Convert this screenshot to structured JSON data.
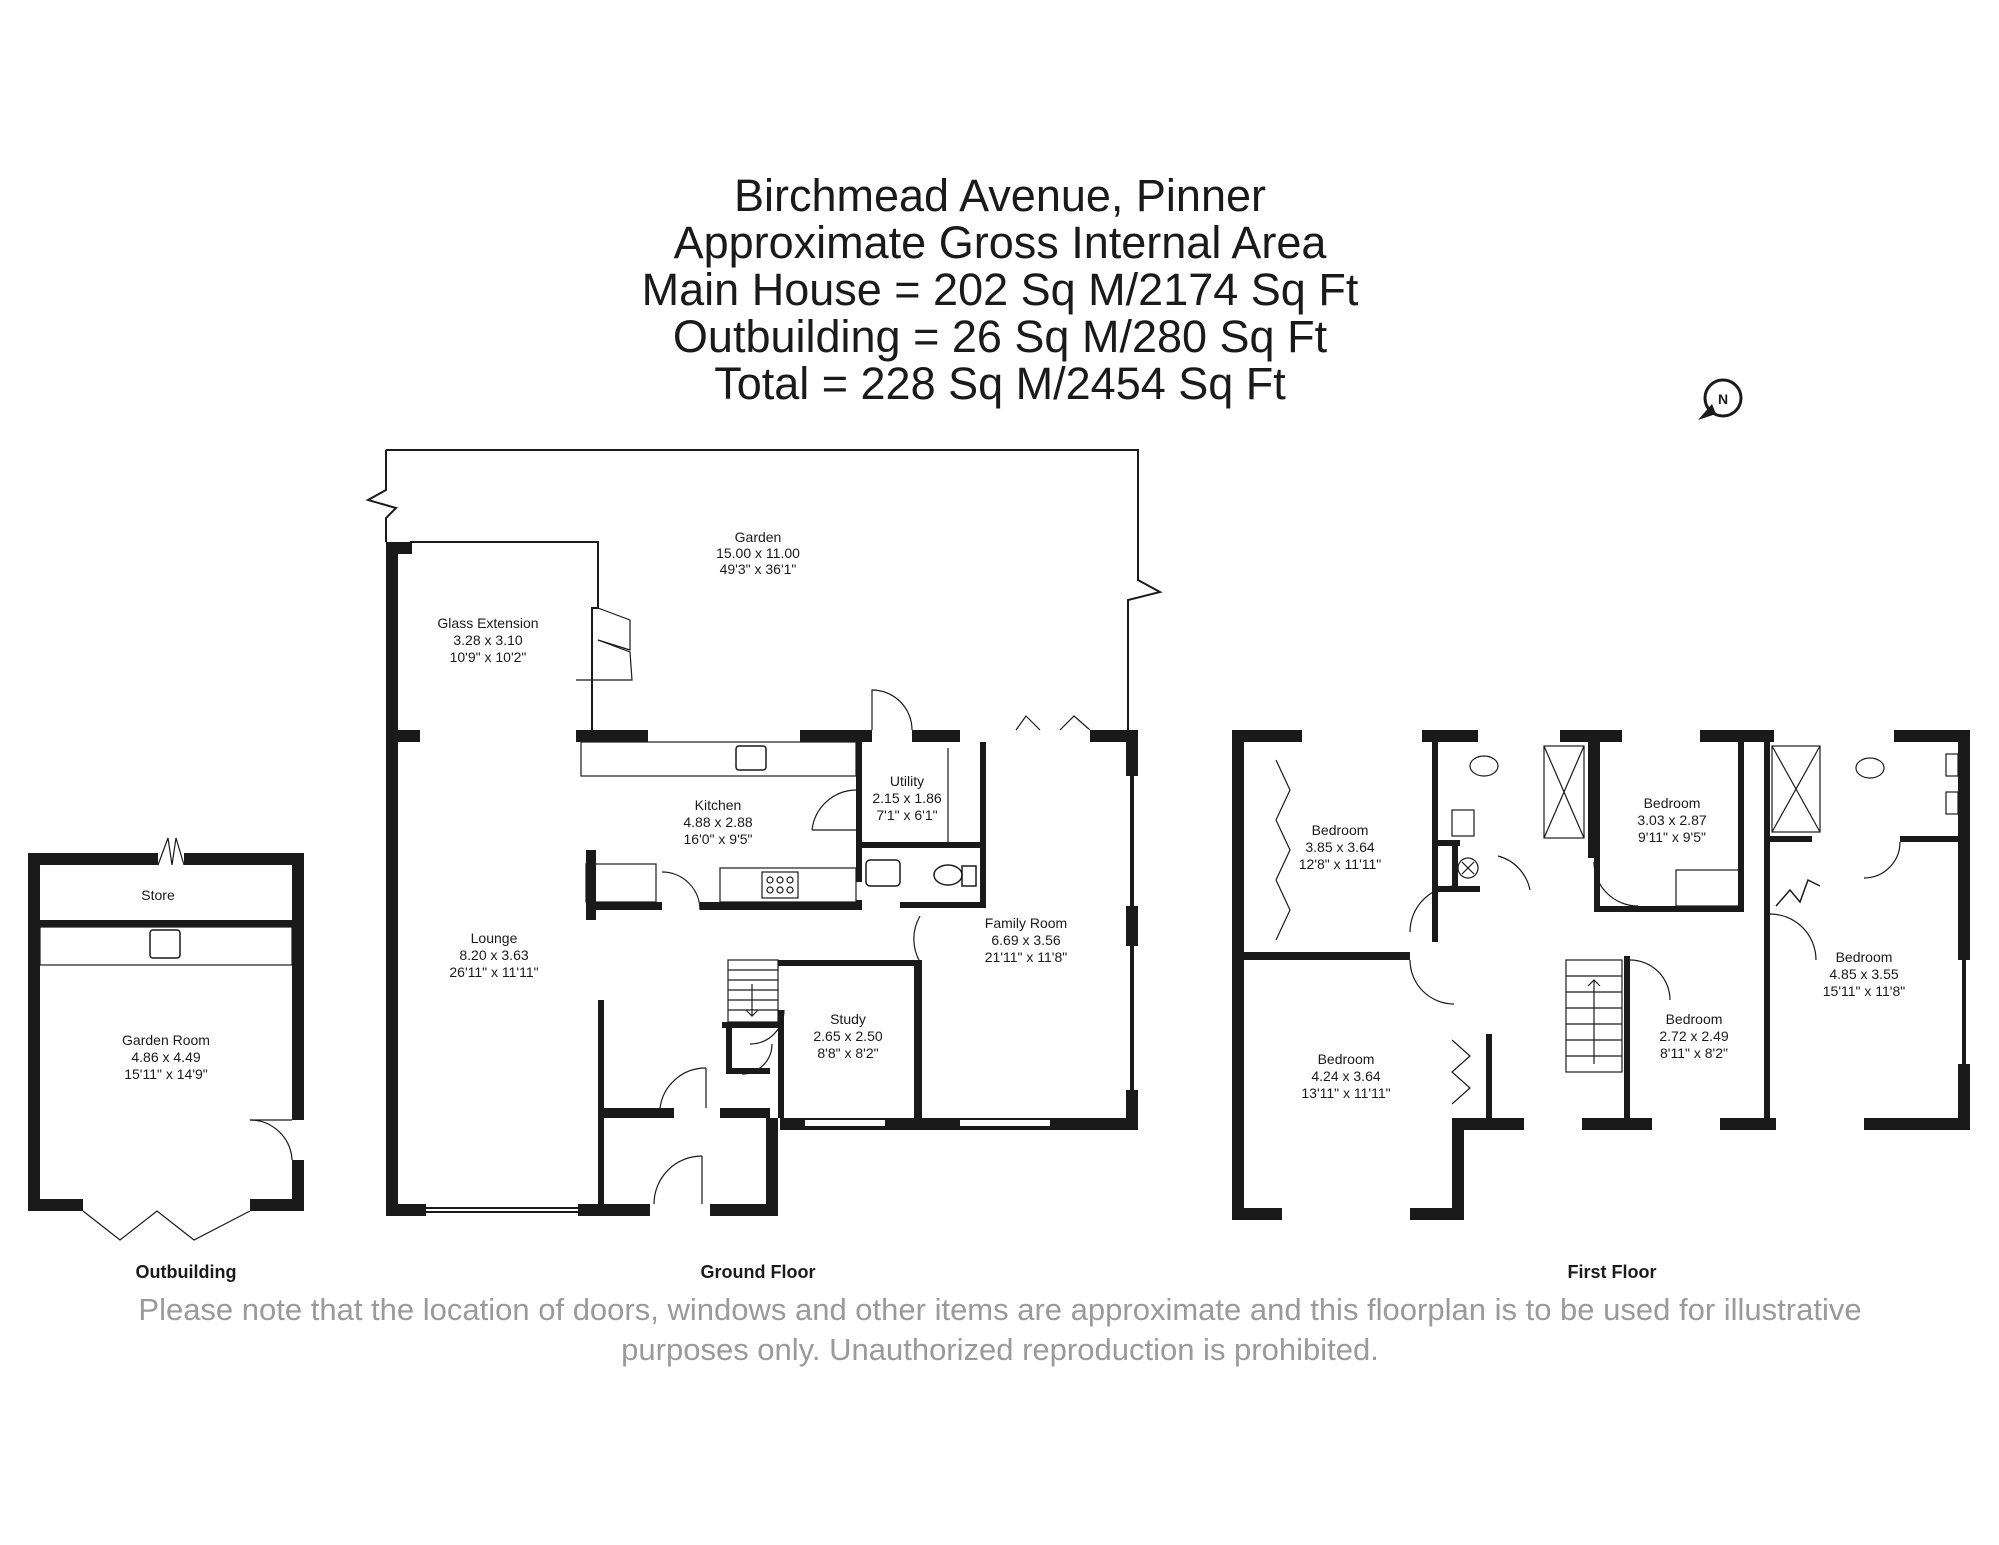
{
  "header": {
    "line1": "Birchmead Avenue, Pinner",
    "line2": "Approximate Gross Internal Area",
    "line3": "Main House = 202 Sq M/2174 Sq Ft",
    "line4": "Outbuilding = 26 Sq M/280 Sq Ft",
    "line5": "Total = 228 Sq M/2454 Sq Ft"
  },
  "compass": {
    "icon": "north-arrow-icon",
    "letter": "N"
  },
  "outbuilding": {
    "label": "Outbuilding",
    "store": {
      "name": "Store"
    },
    "garden_room": {
      "name": "Garden Room",
      "metric": "4.86 x 4.49",
      "imperial": "15'11\" x 14'9\""
    }
  },
  "ground_floor": {
    "label": "Ground Floor",
    "garden": {
      "name": "Garden",
      "metric": "15.00 x 11.00",
      "imperial": "49'3\" x 36'1\""
    },
    "glass_extension": {
      "name": "Glass Extension",
      "metric": "3.28 x 3.10",
      "imperial": "10'9\" x 10'2\""
    },
    "kitchen": {
      "name": "Kitchen",
      "metric": "4.88 x 2.88",
      "imperial": "16'0\" x 9'5\""
    },
    "utility": {
      "name": "Utility",
      "metric": "2.15 x 1.86",
      "imperial": "7'1\" x 6'1\""
    },
    "lounge": {
      "name": "Lounge",
      "metric": "8.20 x 3.63",
      "imperial": "26'11\" x 11'11\""
    },
    "family_room": {
      "name": "Family Room",
      "metric": "6.69 x 3.56",
      "imperial": "21'11\" x 11'8\""
    },
    "study": {
      "name": "Study",
      "metric": "2.65 x 2.50",
      "imperial": "8'8\" x 8'2\""
    }
  },
  "first_floor": {
    "label": "First Floor",
    "bedroom_1": {
      "name": "Bedroom",
      "metric": "3.85 x 3.64",
      "imperial": "12'8\" x 11'11\""
    },
    "bedroom_2": {
      "name": "Bedroom",
      "metric": "3.03 x 2.87",
      "imperial": "9'11\" x 9'5\""
    },
    "bedroom_3": {
      "name": "Bedroom",
      "metric": "4.85 x 3.55",
      "imperial": "15'11\" x 11'8\""
    },
    "bedroom_4": {
      "name": "Bedroom",
      "metric": "2.72 x 2.49",
      "imperial": "8'11\" x 8'2\""
    },
    "bedroom_5": {
      "name": "Bedroom",
      "metric": "4.24 x 3.64",
      "imperial": "13'11\" x 11'11\""
    }
  },
  "disclaimer": {
    "line1": "Please note that the location of doors, windows and other items are approximate and this floorplan is to be used for illustrative",
    "line2": "purposes only. Unauthorized reproduction is prohibited."
  }
}
